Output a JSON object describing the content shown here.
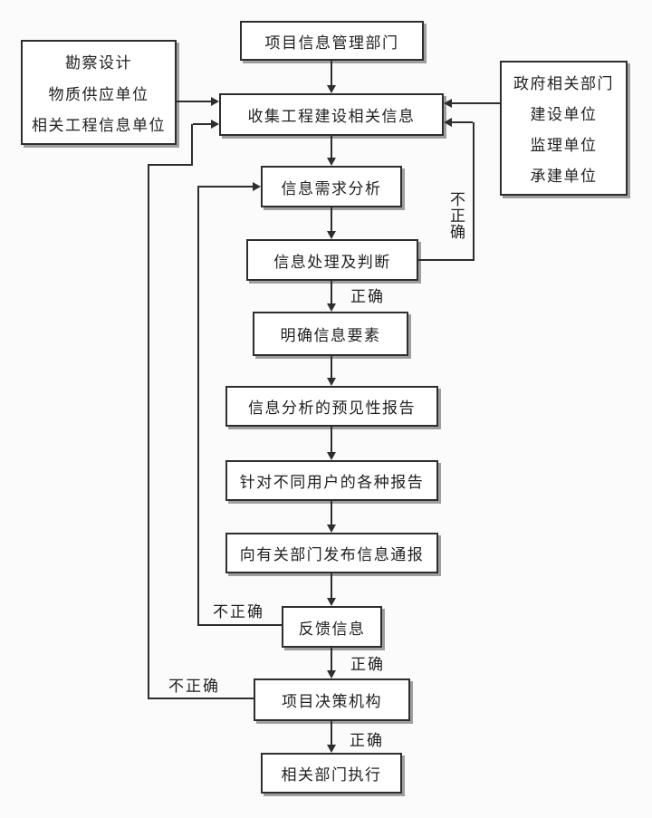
{
  "theme": {
    "background": "#fbfbfb",
    "node_fill": "#ffffff",
    "line_color": "#2e2e2e",
    "shadow_color": "#9e9e9e",
    "text_color": "#1f1f1f"
  },
  "nodes": {
    "top_department": "项目信息管理部门",
    "left_sources": [
      "勘察设计",
      "物质供应单位",
      "相关工程信息单位"
    ],
    "right_sources": [
      "政府相关部门",
      "建设单位",
      "监理单位",
      "承建单位"
    ],
    "collect": "收集工程建设相关信息",
    "demand_analysis": "信息需求分析",
    "processing_judgment": "信息处理及判断",
    "clarify_elements": "明确信息要素",
    "forecast_report": "信息分析的预见性报告",
    "user_reports": "针对不同用户的各种报告",
    "notify_departments": "向有关部门发布信息通报",
    "feedback": "反馈信息",
    "decision_body": "项目决策机构",
    "execution": "相关部门执行"
  },
  "edge_labels": {
    "correct_after_processing": "正确",
    "correct_after_feedback": "正确",
    "correct_after_decision": "正确",
    "incorrect_processing": "不正确",
    "incorrect_feedback": "不正确",
    "incorrect_decision": "不正确"
  }
}
